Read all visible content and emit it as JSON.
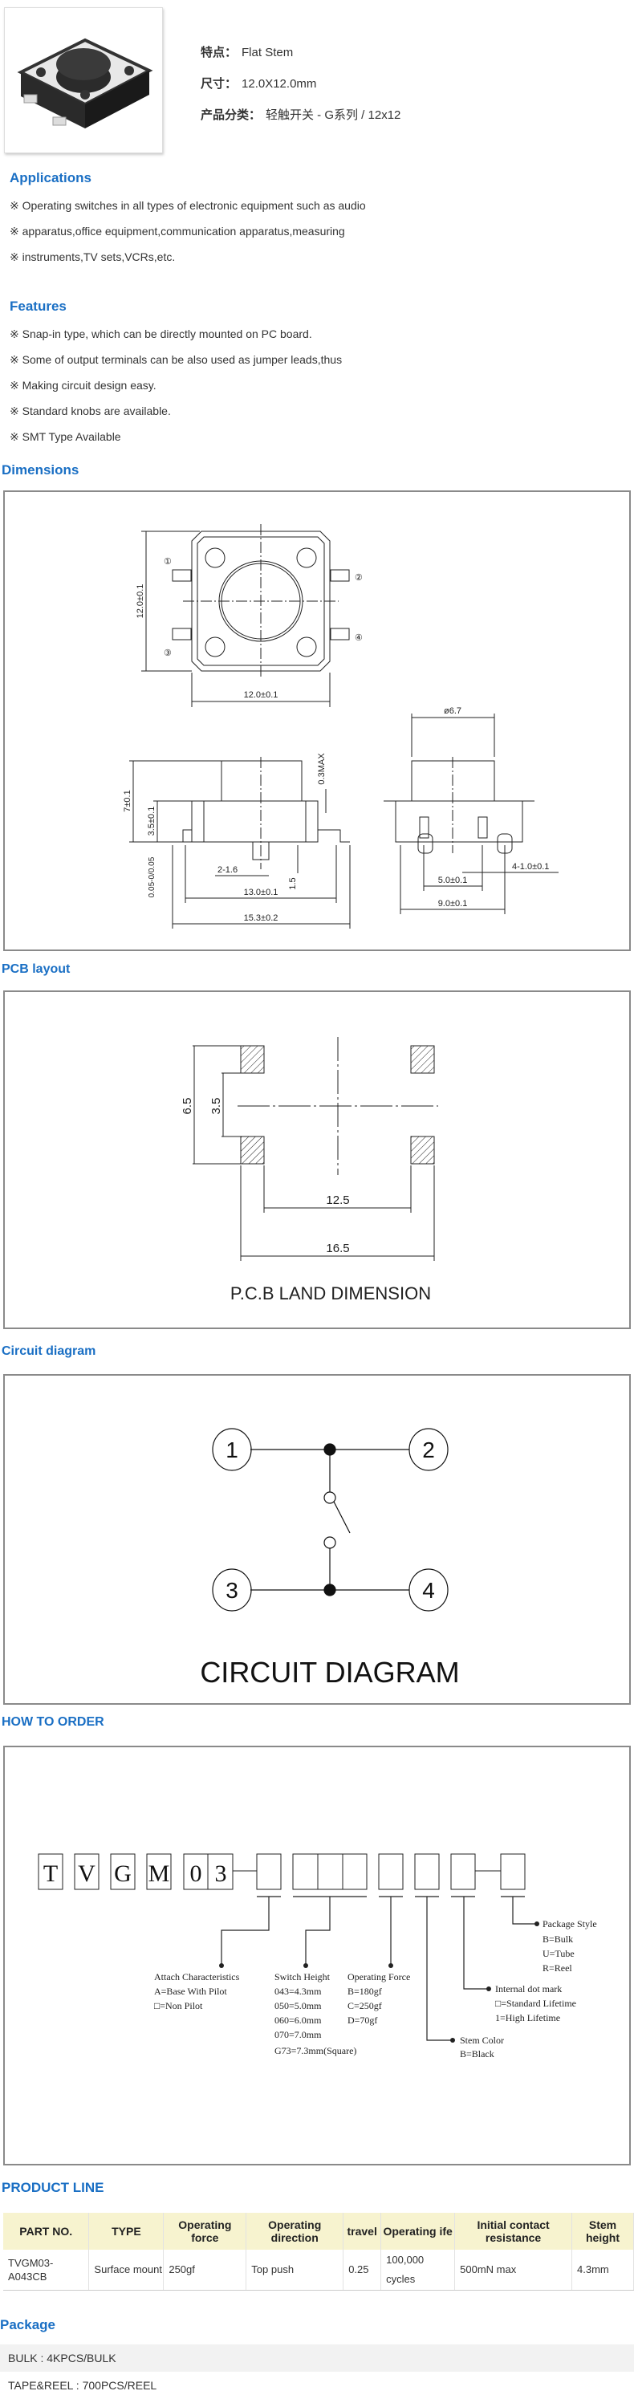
{
  "product": {
    "image_alt": "tact-switch-photo",
    "specs": [
      {
        "label": "特点：",
        "value": "Flat Stem"
      },
      {
        "label": "尺寸：",
        "value": "12.0X12.0mm"
      },
      {
        "label": "产品分类：",
        "value": "轻触开关 - G系列 / 12x12"
      }
    ]
  },
  "applications": {
    "title": "Applications",
    "lines": [
      "※ Operating switches in all types of electronic equipment such as audio",
      "※ apparatus,office equipment,communication apparatus,measuring",
      "※ instruments,TV sets,VCRs,etc."
    ]
  },
  "features": {
    "title": "Features",
    "lines": [
      "※ Snap-in type, which can be directly mounted on PC board.",
      "※ Some of output terminals can be also used as jumper leads,thus",
      "※ Making circuit design easy.",
      "※ Standard knobs are available.",
      "※ SMT Type Available"
    ]
  },
  "dimensions": {
    "title": "Dimensions",
    "labels": {
      "height_top": "12.0±0.1",
      "width_top": "12.0±0.1",
      "p1": "①",
      "p2": "②",
      "p3": "③",
      "p4": "④",
      "h7": "7±0.1",
      "h35": "3.5±0.1",
      "max03": "0.3MAX",
      "tol": "0.05-0/0.05",
      "pin": "2-1.6",
      "h15": "1.5",
      "w13": "13.0±0.1",
      "w153": "15.3±0.2",
      "dia": "ø6.7",
      "p5": "5.0±0.1",
      "p9": "9.0±0.1",
      "p4x": "4-1.0±0.1"
    }
  },
  "pcb": {
    "title": "PCB layout",
    "labels": {
      "h65": "6.5",
      "h35": "3.5",
      "w125": "12.5",
      "w165": "16.5",
      "caption": "P.C.B LAND DIMENSION"
    }
  },
  "circuit": {
    "title": "Circuit diagram",
    "pins": [
      "1",
      "2",
      "3",
      "4"
    ],
    "caption": "CIRCUIT DIAGRAM"
  },
  "order": {
    "title": "HOW TO ORDER",
    "code": [
      "T",
      "V",
      "G",
      "M",
      "0",
      "3"
    ],
    "attach": [
      "Attach Characteristics",
      "A=Base With Pilot",
      "□=Non Pilot"
    ],
    "height": [
      "Switch Height",
      "043=4.3mm",
      "050=5.0mm",
      "060=6.0mm",
      "070=7.0mm",
      "G73=7.3mm(Square)"
    ],
    "force": [
      "Operating Force",
      "B=180gf",
      "C=250gf",
      "D=70gf"
    ],
    "stem": [
      "Stem Color",
      "B=Black"
    ],
    "dot": [
      "Internal dot mark",
      "□=Standard Lifetime",
      "1=High Lifetime"
    ],
    "pkg": [
      "Package Style",
      "B=Bulk",
      "U=Tube",
      "R=Reel"
    ]
  },
  "product_line": {
    "title": "PRODUCT LINE",
    "headers": [
      "PART NO.",
      "TYPE",
      "Operating force",
      "Operating direction",
      "travel",
      "Operating ife",
      "Initial contact resistance",
      "Stem height"
    ],
    "row": [
      "TVGM03-A043CB",
      "Surface mount",
      "250gf",
      "Top push",
      "0.25",
      "100,000 cycles",
      "500mN max",
      "4.3mm"
    ]
  },
  "package": {
    "title": "Package",
    "rows": [
      "BULK : 4KPCS/BULK",
      "TAPE&REEL : 700PCS/REEL"
    ]
  },
  "colors": {
    "heading": "#1a6fc4",
    "table_header": "#f7f3cf",
    "border": "#8a8a8a"
  }
}
